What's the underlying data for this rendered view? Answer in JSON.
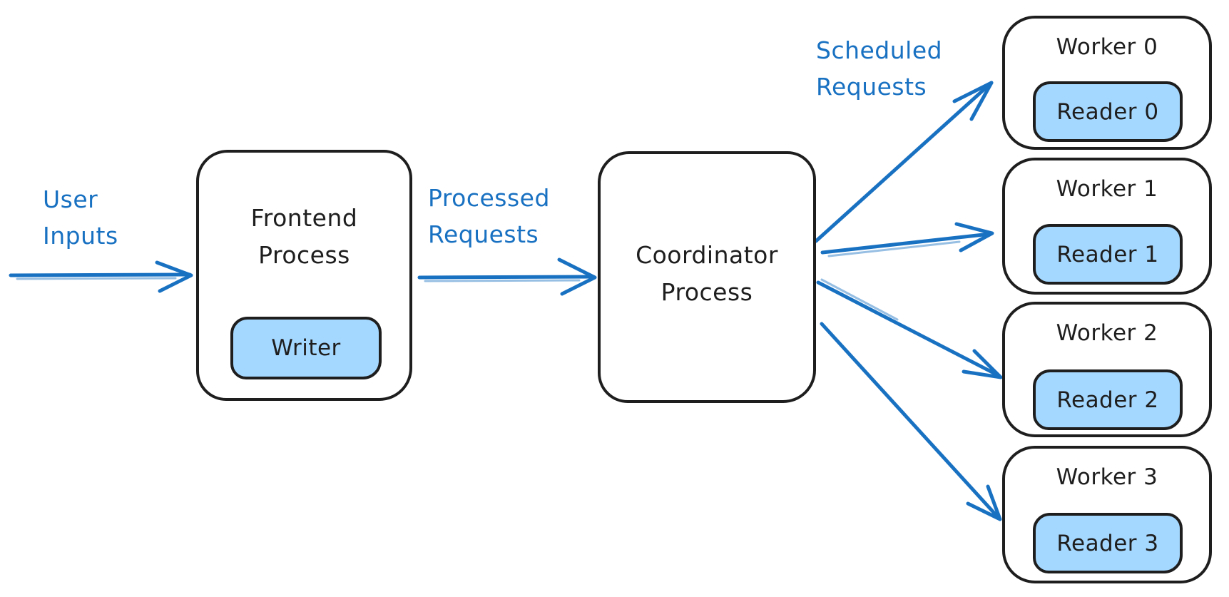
{
  "colors": {
    "ink": "#1e1e1e",
    "accent": "#1971c2",
    "badge_fill": "#a5d8ff",
    "background": "#ffffff"
  },
  "labels": {
    "user_inputs": {
      "line1": "User",
      "line2": "Inputs"
    },
    "processed_requests": {
      "line1": "Processed",
      "line2": "Requests"
    },
    "scheduled_requests": {
      "line1": "Scheduled",
      "line2": "Requests"
    }
  },
  "nodes": {
    "frontend": {
      "line1": "Frontend",
      "line2": "Process",
      "badge": "Writer"
    },
    "coordinator": {
      "line1": "Coordinator",
      "line2": "Process"
    },
    "workers": [
      {
        "label": "Worker 0",
        "reader": "Reader 0"
      },
      {
        "label": "Worker 1",
        "reader": "Reader 1"
      },
      {
        "label": "Worker 2",
        "reader": "Reader 2"
      },
      {
        "label": "Worker 3",
        "reader": "Reader 3"
      }
    ]
  }
}
